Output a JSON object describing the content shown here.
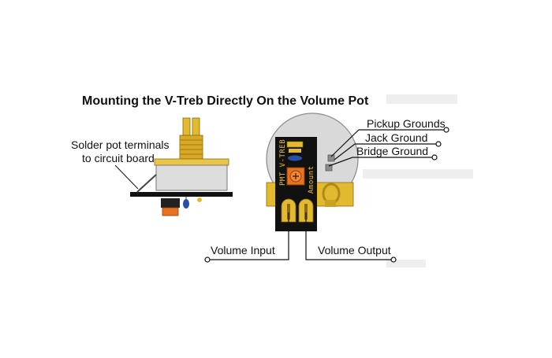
{
  "title": "Mounting the V-Treb Directly On the Volume Pot",
  "left_note": {
    "line1": "Solder pot terminals",
    "line2": "to circuit board"
  },
  "right_labels": {
    "pickup_grounds": "Pickup Grounds",
    "jack_ground": "Jack Ground",
    "bridge_ground": "Bridge Ground"
  },
  "bottom_labels": {
    "volume_input": "Volume Input",
    "volume_output": "Volume Output"
  },
  "pcb": {
    "brand": "PMT V-TREB",
    "knob_label": "Amount"
  },
  "colors": {
    "pcb_black": "#111111",
    "gold": "#e2b92f",
    "pot_silver": "#d9d9d9",
    "trimmer_orange": "#e8731e",
    "cap_blue": "#2a4fa8"
  }
}
